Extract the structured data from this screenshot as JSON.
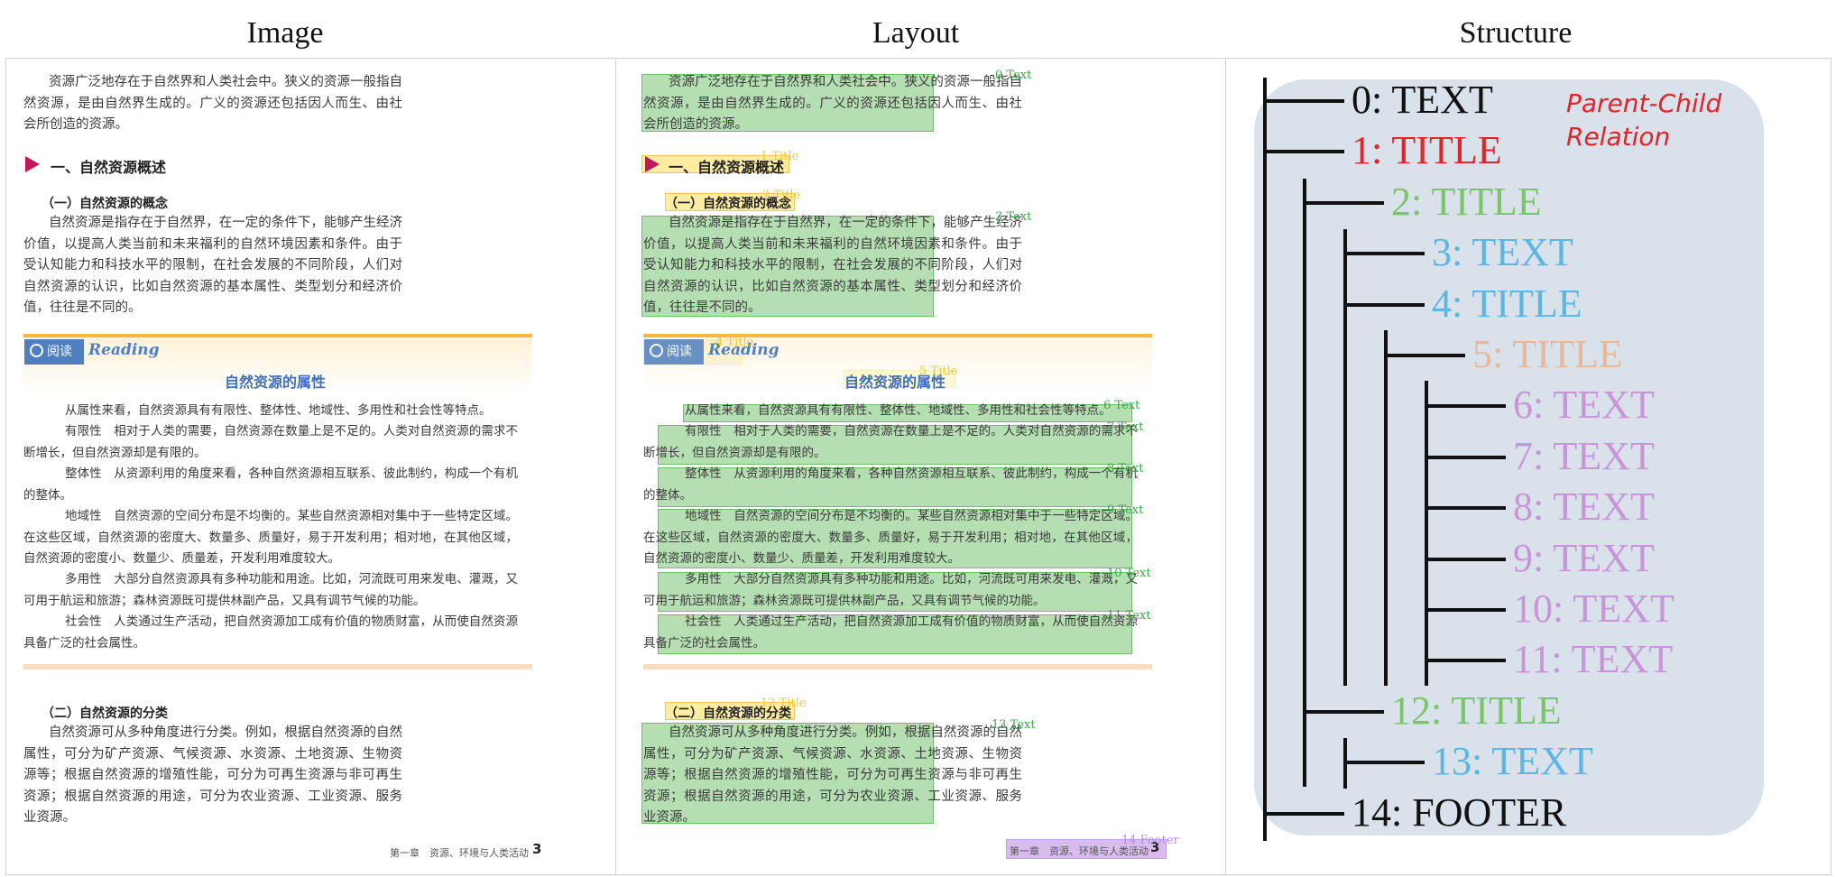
{
  "headers": {
    "image": "Image",
    "layout": "Layout",
    "structure": "Structure"
  },
  "page": {
    "p0": "资源广泛地存在于自然界和人类社会中。狭义的资源一般指自然资源，是由自然界生成的。广义的资源还包括因人而生、由社会所创造的资源。",
    "h1": "一、自然资源概述",
    "h2a": "（一）自然资源的概念",
    "p1": "自然资源是指存在于自然界，在一定的条件下，能够产生经济价值，以提高人类当前和未来福利的自然环境因素和条件。由于受认知能力和科技水平的限制，在社会发展的不同阶段，人们对自然资源的认识，比如自然资源的基本属性、类型划分和经济价值，往往是不同的。",
    "reading_tag": "阅读",
    "reading_en": "Reading",
    "reading_title": "自然资源的属性",
    "r0": "从属性来看，自然资源具有有限性、整体性、地域性、多用性和社会性等特点。",
    "r1": "有限性　相对于人类的需要，自然资源在数量上是不足的。人类对自然资源的需求不断增长，但自然资源却是有限的。",
    "r2": "整体性　从资源利用的角度来看，各种自然资源相互联系、彼此制约，构成一个有机的整体。",
    "r3": "地域性　自然资源的空间分布是不均衡的。某些自然资源相对集中于一些特定区域。在这些区域，自然资源的密度大、数量多、质量好，易于开发利用；相对地，在其他区域，自然资源的密度小、数量少、质量差，开发利用难度较大。",
    "r4": "多用性　大部分自然资源具有多种功能和用途。比如，河流既可用来发电、灌溉，又可用于航运和旅游；森林资源既可提供林副产品，又具有调节气候的功能。",
    "r5": "社会性　人类通过生产活动，把自然资源加工成有价值的物质财富，从而使自然资源具备广泛的社会属性。",
    "h2b": "（二）自然资源的分类",
    "p2": "自然资源可从多种角度进行分类。例如，根据自然资源的自然属性，可分为矿产资源、气候资源、水资源、土地资源、生物资源等；根据自然资源的增殖性能，可分为可再生资源与非可再生资源；根据自然资源的用途，可分为农业资源、工业资源、服务业资源。",
    "footer": "第一章　资源、环境与人类活动",
    "page_number": "3"
  },
  "layout_labels": {
    "l0": "0 Text",
    "l1": "1 Title",
    "l2": "2 Title",
    "l3": "3 Text",
    "l4": "4 Title",
    "l5": "5 Title",
    "l6": "6 Text",
    "l7": "7 Text",
    "l8": "8 Text",
    "l9": "9 Text",
    "l10": "10 Text",
    "l11": "11 Text",
    "l12": "12 Title",
    "l13": "13 Text",
    "l14": "14 Footer"
  },
  "structure": {
    "relation_label": "Parent-Child Relation",
    "nodes": [
      {
        "label": "0: TEXT",
        "color": "#111111"
      },
      {
        "label": "1: TITLE",
        "color": "#e0242a"
      },
      {
        "label": "2: TITLE",
        "color": "#7cc46a"
      },
      {
        "label": "3: TEXT",
        "color": "#5ab6e4"
      },
      {
        "label": "4: TITLE",
        "color": "#5ab6e4"
      },
      {
        "label": "5: TITLE",
        "color": "#e7b89a"
      },
      {
        "label": "6: TEXT",
        "color": "#c995d8"
      },
      {
        "label": "7: TEXT",
        "color": "#c995d8"
      },
      {
        "label": "8: TEXT",
        "color": "#c995d8"
      },
      {
        "label": "9: TEXT",
        "color": "#c995d8"
      },
      {
        "label": "10: TEXT",
        "color": "#c995d8"
      },
      {
        "label": "11: TEXT",
        "color": "#c995d8"
      },
      {
        "label": "12: TITLE",
        "color": "#7cc46a"
      },
      {
        "label": "13: TEXT",
        "color": "#5ab6e4"
      },
      {
        "label": "14: FOOTER",
        "color": "#111111"
      }
    ]
  }
}
